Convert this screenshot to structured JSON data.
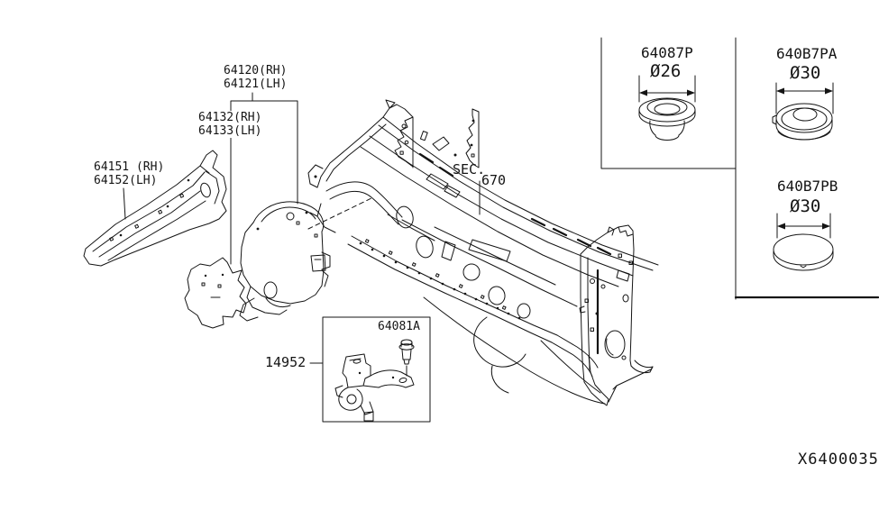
{
  "page": {
    "background": "#ffffff",
    "line_color": "#141414"
  },
  "callouts": {
    "hoodledge_assembly": {
      "text": "64120(RH)\n64121(LH)"
    },
    "hoodledge_front": {
      "text": "64132(RH)\n64133(LH)"
    },
    "hoodledge_reinforcement": {
      "text": "64151 (RH)\n64152(LH)"
    },
    "section": {
      "prefix": "SEC.",
      "number": "670"
    },
    "bolt": {
      "text": "64081A"
    },
    "bracket": {
      "text": "14952"
    }
  },
  "inset": {
    "grommet_flanged": {
      "part": "64087P",
      "dimension": "Ø26"
    },
    "grommet_ring": {
      "part": "640B7PA",
      "dimension": "Ø30"
    },
    "grommet_plug": {
      "part": "640B7PB",
      "dimension": "Ø30"
    }
  },
  "footer": {
    "code": "X6400035"
  }
}
